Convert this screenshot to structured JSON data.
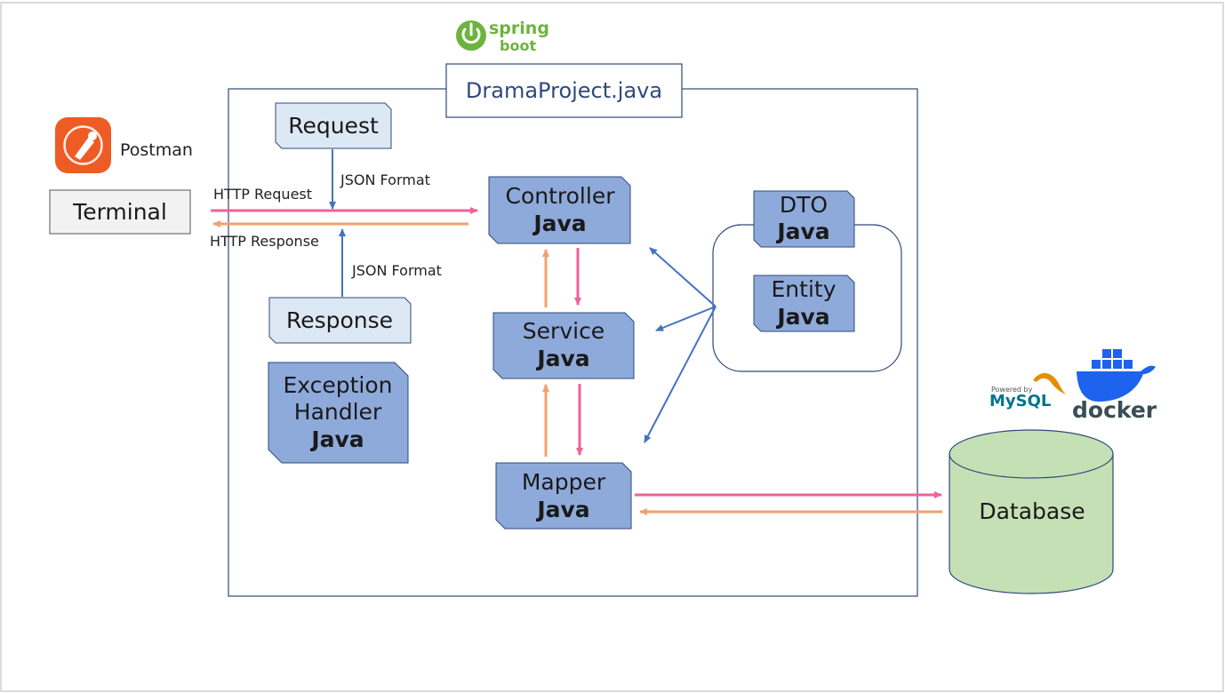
{
  "brand": {
    "spring": "spring",
    "boot": "boot",
    "postman": "Postman",
    "mysql_powered": "Powered by",
    "mysql": "MySQL",
    "docker": "docker"
  },
  "labels": {
    "project": "DramaProject.java",
    "terminal": "Terminal",
    "request": "Request",
    "response": "Response",
    "controller": "Controller",
    "service": "Service",
    "mapper": "Mapper",
    "dto": "DTO",
    "entity": "Entity",
    "exception_1": "Exception",
    "exception_2": "Handler",
    "java": "Java",
    "database": "Database",
    "http_request": "HTTP Request",
    "http_response": "HTTP Response",
    "json_format_1": "JSON Format",
    "json_format_2": "JSON Format"
  },
  "colors": {
    "class_fill": "#8eaadb",
    "dto_fill": "#dde8f5",
    "db_fill": "#c5e0b4",
    "line_blue": "#4472c4",
    "line_pink": "#f0609a",
    "line_orange": "#f4a06a",
    "postman": "#ef5b25",
    "spring": "#6db33f",
    "docker": "#1d63ed",
    "mysql": "#00758f"
  }
}
